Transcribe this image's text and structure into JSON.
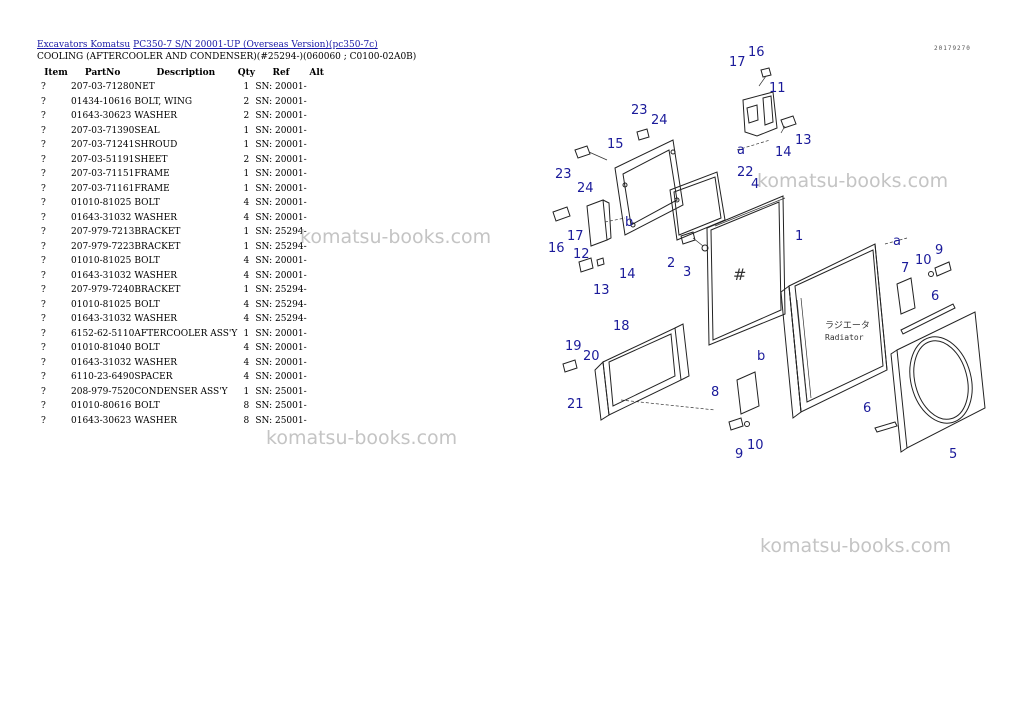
{
  "breadcrumb": {
    "link1": "Excavators Komatsu",
    "link2": "PC350-7 S/N 20001-UP (Overseas Version)(pc350-7c)"
  },
  "page_title": "COOLING (AFTERCOOLER AND CONDENSER)(#25294-)(060060 ; C0100-02A0B)",
  "table": {
    "headers": [
      "Item",
      "PartNo",
      "Description",
      "Qty",
      "Ref",
      "Alt"
    ],
    "rows": [
      [
        "?",
        "207-03-71280",
        "NET",
        "1",
        "SN: 20001-",
        ""
      ],
      [
        "?",
        "01434-10616",
        "BOLT, WING",
        "2",
        "SN: 20001-",
        ""
      ],
      [
        "?",
        "01643-30623",
        "WASHER",
        "2",
        "SN: 20001-",
        ""
      ],
      [
        "?",
        "207-03-71390",
        "SEAL",
        "1",
        "SN: 20001-",
        ""
      ],
      [
        "?",
        "207-03-71241",
        "SHROUD",
        "1",
        "SN: 20001-",
        ""
      ],
      [
        "?",
        "207-03-51191",
        "SHEET",
        "2",
        "SN: 20001-",
        ""
      ],
      [
        "?",
        "207-03-71151",
        "FRAME",
        "1",
        "SN: 20001-",
        ""
      ],
      [
        "?",
        "207-03-71161",
        "FRAME",
        "1",
        "SN: 20001-",
        ""
      ],
      [
        "?",
        "01010-81025",
        "BOLT",
        "4",
        "SN: 20001-",
        ""
      ],
      [
        "?",
        "01643-31032",
        "WASHER",
        "4",
        "SN: 20001-",
        ""
      ],
      [
        "?",
        "207-979-7213",
        "BRACKET",
        "1",
        "SN: 25294-",
        ""
      ],
      [
        "?",
        "207-979-7223",
        "BRACKET",
        "1",
        "SN: 25294-",
        ""
      ],
      [
        "?",
        "01010-81025",
        "BOLT",
        "4",
        "SN: 20001-",
        ""
      ],
      [
        "?",
        "01643-31032",
        "WASHER",
        "4",
        "SN: 20001-",
        ""
      ],
      [
        "?",
        "207-979-7240",
        "BRACKET",
        "1",
        "SN: 25294-",
        ""
      ],
      [
        "?",
        "01010-81025",
        "BOLT",
        "4",
        "SN: 25294-",
        ""
      ],
      [
        "?",
        "01643-31032",
        "WASHER",
        "4",
        "SN: 25294-",
        ""
      ],
      [
        "?",
        "6152-62-5110",
        "AFTERCOOLER ASS'Y",
        "1",
        "SN: 20001-",
        ""
      ],
      [
        "?",
        "01010-81040",
        "BOLT",
        "4",
        "SN: 20001-",
        ""
      ],
      [
        "?",
        "01643-31032",
        "WASHER",
        "4",
        "SN: 20001-",
        ""
      ],
      [
        "?",
        "6110-23-6490",
        "SPACER",
        "4",
        "SN: 20001-",
        ""
      ],
      [
        "?",
        "208-979-7520",
        "CONDENSER ASS'Y",
        "1",
        "SN: 25001-",
        ""
      ],
      [
        "?",
        "01010-80616",
        "BOLT",
        "8",
        "SN: 25001-",
        ""
      ],
      [
        "?",
        "01643-30623",
        "WASHER",
        "8",
        "SN: 25001-",
        ""
      ]
    ]
  },
  "watermark": "komatsu-books.com",
  "diagram": {
    "code": "20179270",
    "radiator_label_jp": "ラジエータ",
    "radiator_label": "Radiator",
    "mesh_symbol": "#",
    "ref_a": "a",
    "ref_b": "b",
    "callouts": [
      "16",
      "17",
      "11",
      "23",
      "24",
      "13",
      "14",
      "15",
      "22",
      "4",
      "1",
      "23",
      "24",
      "16",
      "17",
      "12",
      "14",
      "2",
      "3",
      "13",
      "7",
      "10",
      "9",
      "6",
      "18",
      "19",
      "20",
      "21",
      "8",
      "10",
      "9",
      "6",
      "5"
    ]
  }
}
